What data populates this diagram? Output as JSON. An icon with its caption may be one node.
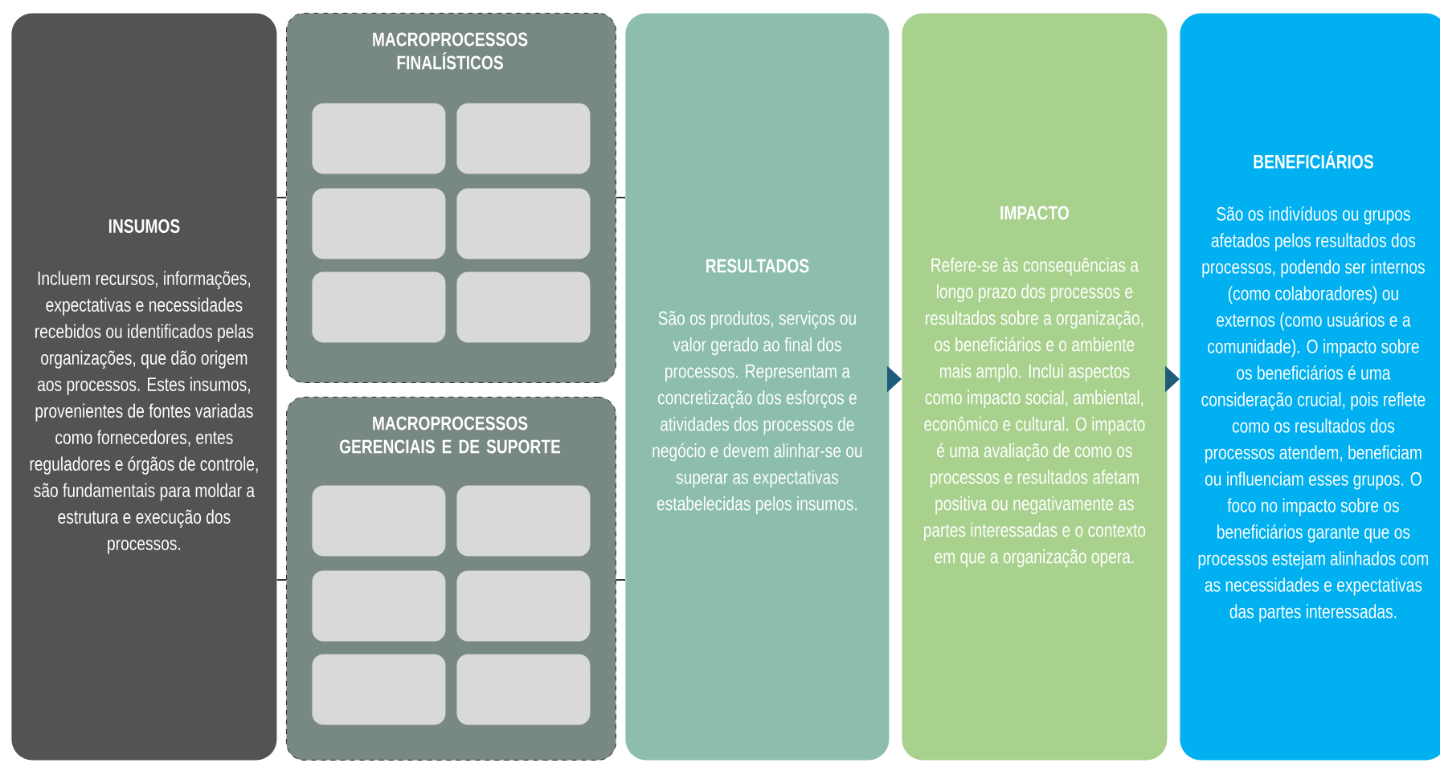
{
  "diagram": {
    "nodes": [
      {
        "text": [
          "INSUMOS",
          "Incluem recursos, informações, expectativas e necessidades recebidos ou identificados pelas organizações, que dão origem aos processos. Estes insumos, provenientes de fontes variadas como fornecedores, entes reguladores e órgãos de controle, são fundamentais para moldar a estrutura e execução dos processos."
        ]
      },
      {
        "text": [
          "MACROPROCESSOS FINALÍSTICOS"
        ]
      },
      {
        "text": [],
        "shape": "box",
        "in": 1
      },
      {
        "text": [],
        "shape": "box",
        "in": 1
      },
      {
        "text": [],
        "shape": "box",
        "in": 1
      },
      {
        "text": [],
        "shape": "box",
        "in": 1
      },
      {
        "text": [],
        "shape": "box",
        "in": 1
      },
      {
        "text": [],
        "shape": "box",
        "in": 1
      },
      {
        "text": [
          "MACROPROCESSOS GERENCIAIS E DE SUPORTE"
        ]
      },
      {
        "text": [],
        "shape": "box",
        "in": 8
      },
      {
        "text": [],
        "shape": "box",
        "in": 8
      },
      {
        "text": [],
        "shape": "box",
        "in": 8
      },
      {
        "text": [],
        "shape": "box",
        "in": 8
      },
      {
        "text": [],
        "shape": "box",
        "in": 8
      },
      {
        "text": [],
        "shape": "box",
        "in": 8
      },
      {
        "text": [
          "RESULTADOS",
          "São os produtos, serviços ou valor gerado ao final dos processos. Representam a concretização dos esforços e atividades dos processos de negócio e devem alinhar-se ou superar as expectativas estabelecidas pelos insumos."
        ]
      },
      {
        "text": [
          "IMPACTO",
          "Refere-se às consequências a longo prazo dos processos e resultados sobre a organização, os beneficiários e o ambiente mais amplo. Inclui aspectos como impacto social, ambiental, econômico e cultural. O impacto é uma avaliação de como os processos e resultados afetam positiva ou negativamente as partes interessadas e o contexto em que a organização opera."
        ]
      },
      {
        "text": [
          "BENEFICIÁRIOS",
          "São os indivíduos ou grupos afetados pelos resultados dos processos, podendo ser internos (como colaboradores) ou externos (como usuários e a comunidade). O impacto sobre os beneficiários é uma consideração crucial, pois reflete como os resultados dos processos atendem, beneficiam ou influenciam esses grupos. O foco no impacto sobre os beneficiários garante que os processos estejam alinhados com as necessidades e expectativas das partes interessadas."
        ]
      }
    ],
    "edges": [
      {
        "from": 0,
        "to": 1,
        "arrow": "none"
      },
      {
        "from": 0,
        "to": 8,
        "arrow": "none"
      },
      {
        "from": 1,
        "to": 15,
        "arrow": "none"
      },
      {
        "from": 8,
        "to": 15,
        "arrow": "none"
      },
      {
        "from": 15,
        "to": 16,
        "arrow": "to",
        "style": "thick",
        "color": "#1f5c7a"
      },
      {
        "from": 16,
        "to": 17,
        "arrow": "to",
        "style": "thick",
        "color": "#1f5c7a"
      }
    ]
  }
}
